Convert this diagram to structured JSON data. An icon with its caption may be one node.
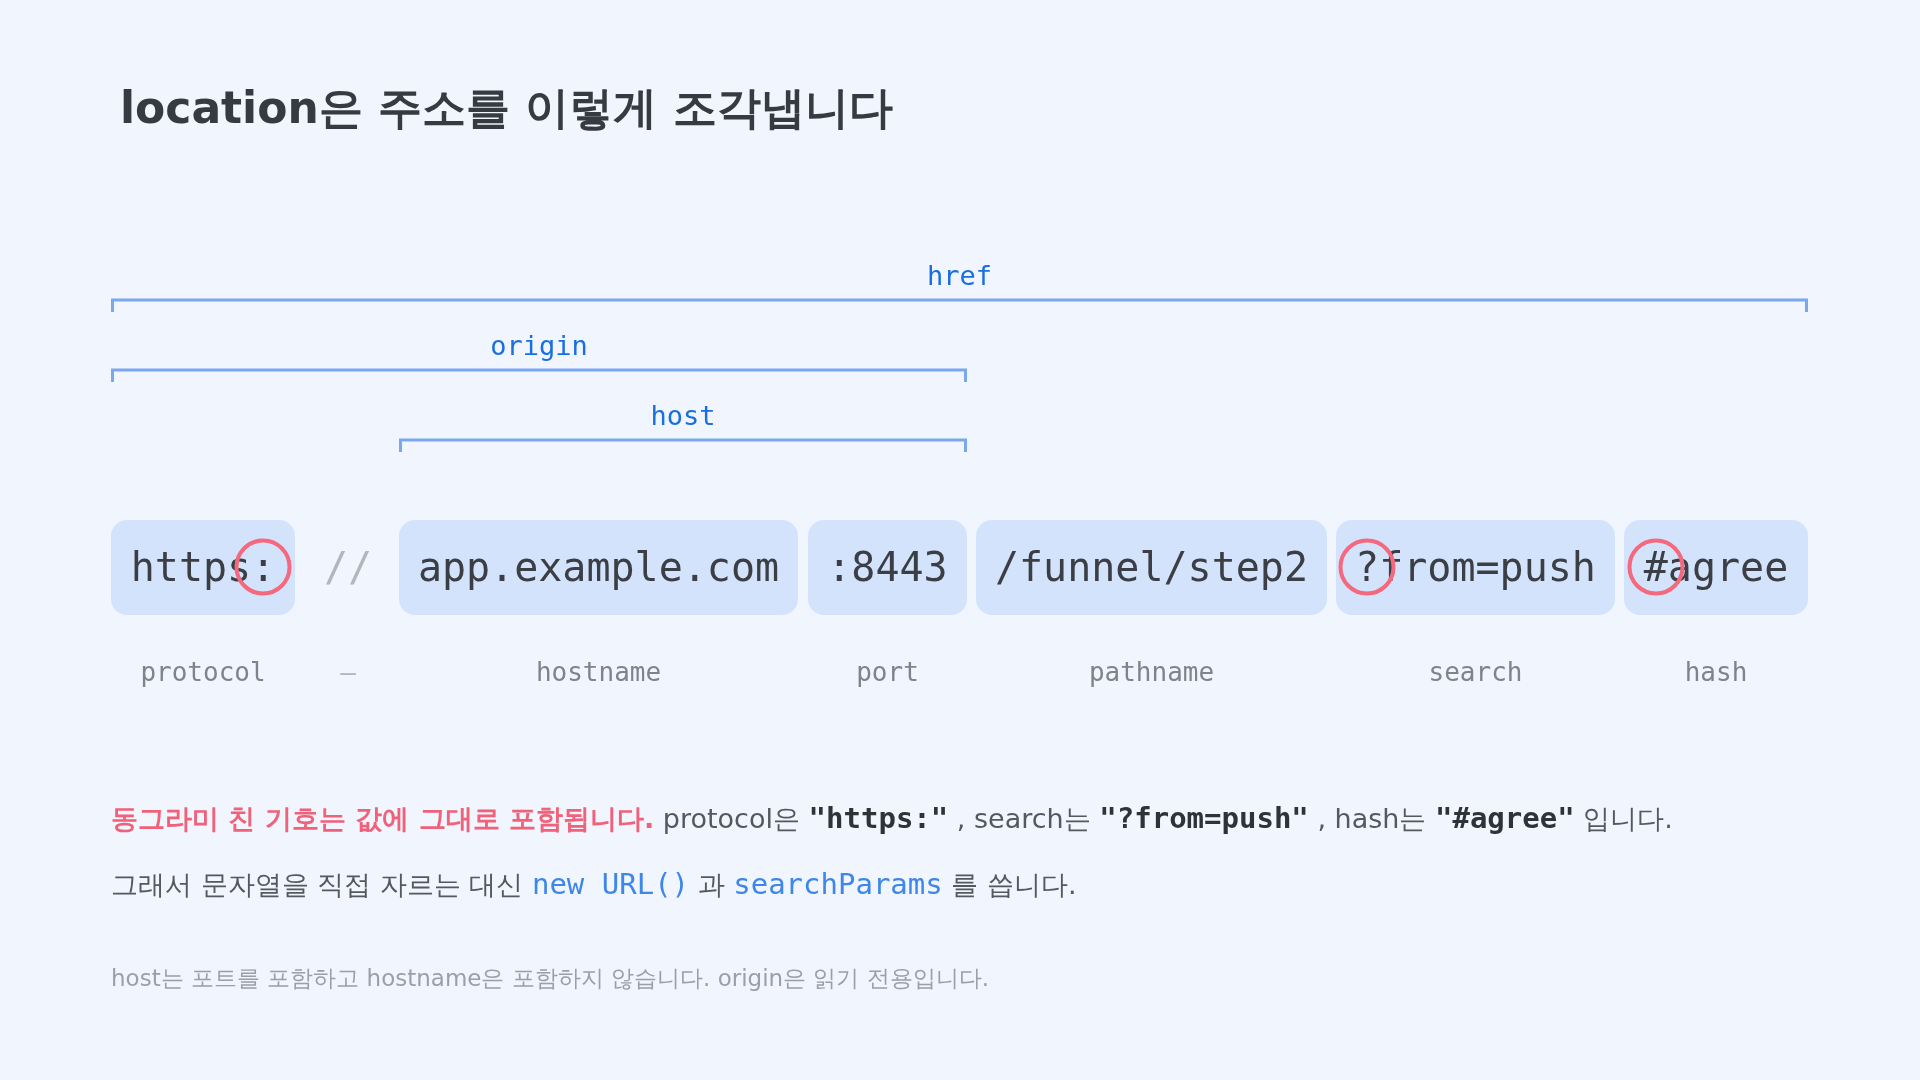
{
  "diagram": {
    "title": "location은 주소를 이렇게 조각냅니다",
    "nodes": [
      {
        "text": [
          "https:"
        ],
        "beside": [
          "protocol"
        ]
      },
      {
        "text": [
          "app.example.com"
        ],
        "beside": [
          "hostname"
        ]
      },
      {
        "text": [
          ":8443"
        ],
        "beside": [
          "port"
        ]
      },
      {
        "text": [
          "/funnel/step2"
        ],
        "beside": [
          "pathname"
        ]
      },
      {
        "text": [
          "?from=push"
        ],
        "beside": [
          "search"
        ]
      },
      {
        "text": [
          "#agree"
        ],
        "beside": [
          "hash"
        ]
      }
    ],
    "edges": [],
    "labels": [
      "href",
      "origin",
      "host",
      "//",
      "—",
      "**동그라미 친 기호는 값에 그대로 포함됩니다.** protocol은 **\"https:\"** , search는 **\"?from=push\"** , hash는 **\"#agree\"** 입니다.",
      "그래서 문자열을 직접 자르는 대신 *new URL()* 과 *searchParams* 를 씁니다.",
      "host는 포트를 포함하고 hostname은 포함하지 않습니다. origin은 읽기 전용입니다."
    ]
  }
}
